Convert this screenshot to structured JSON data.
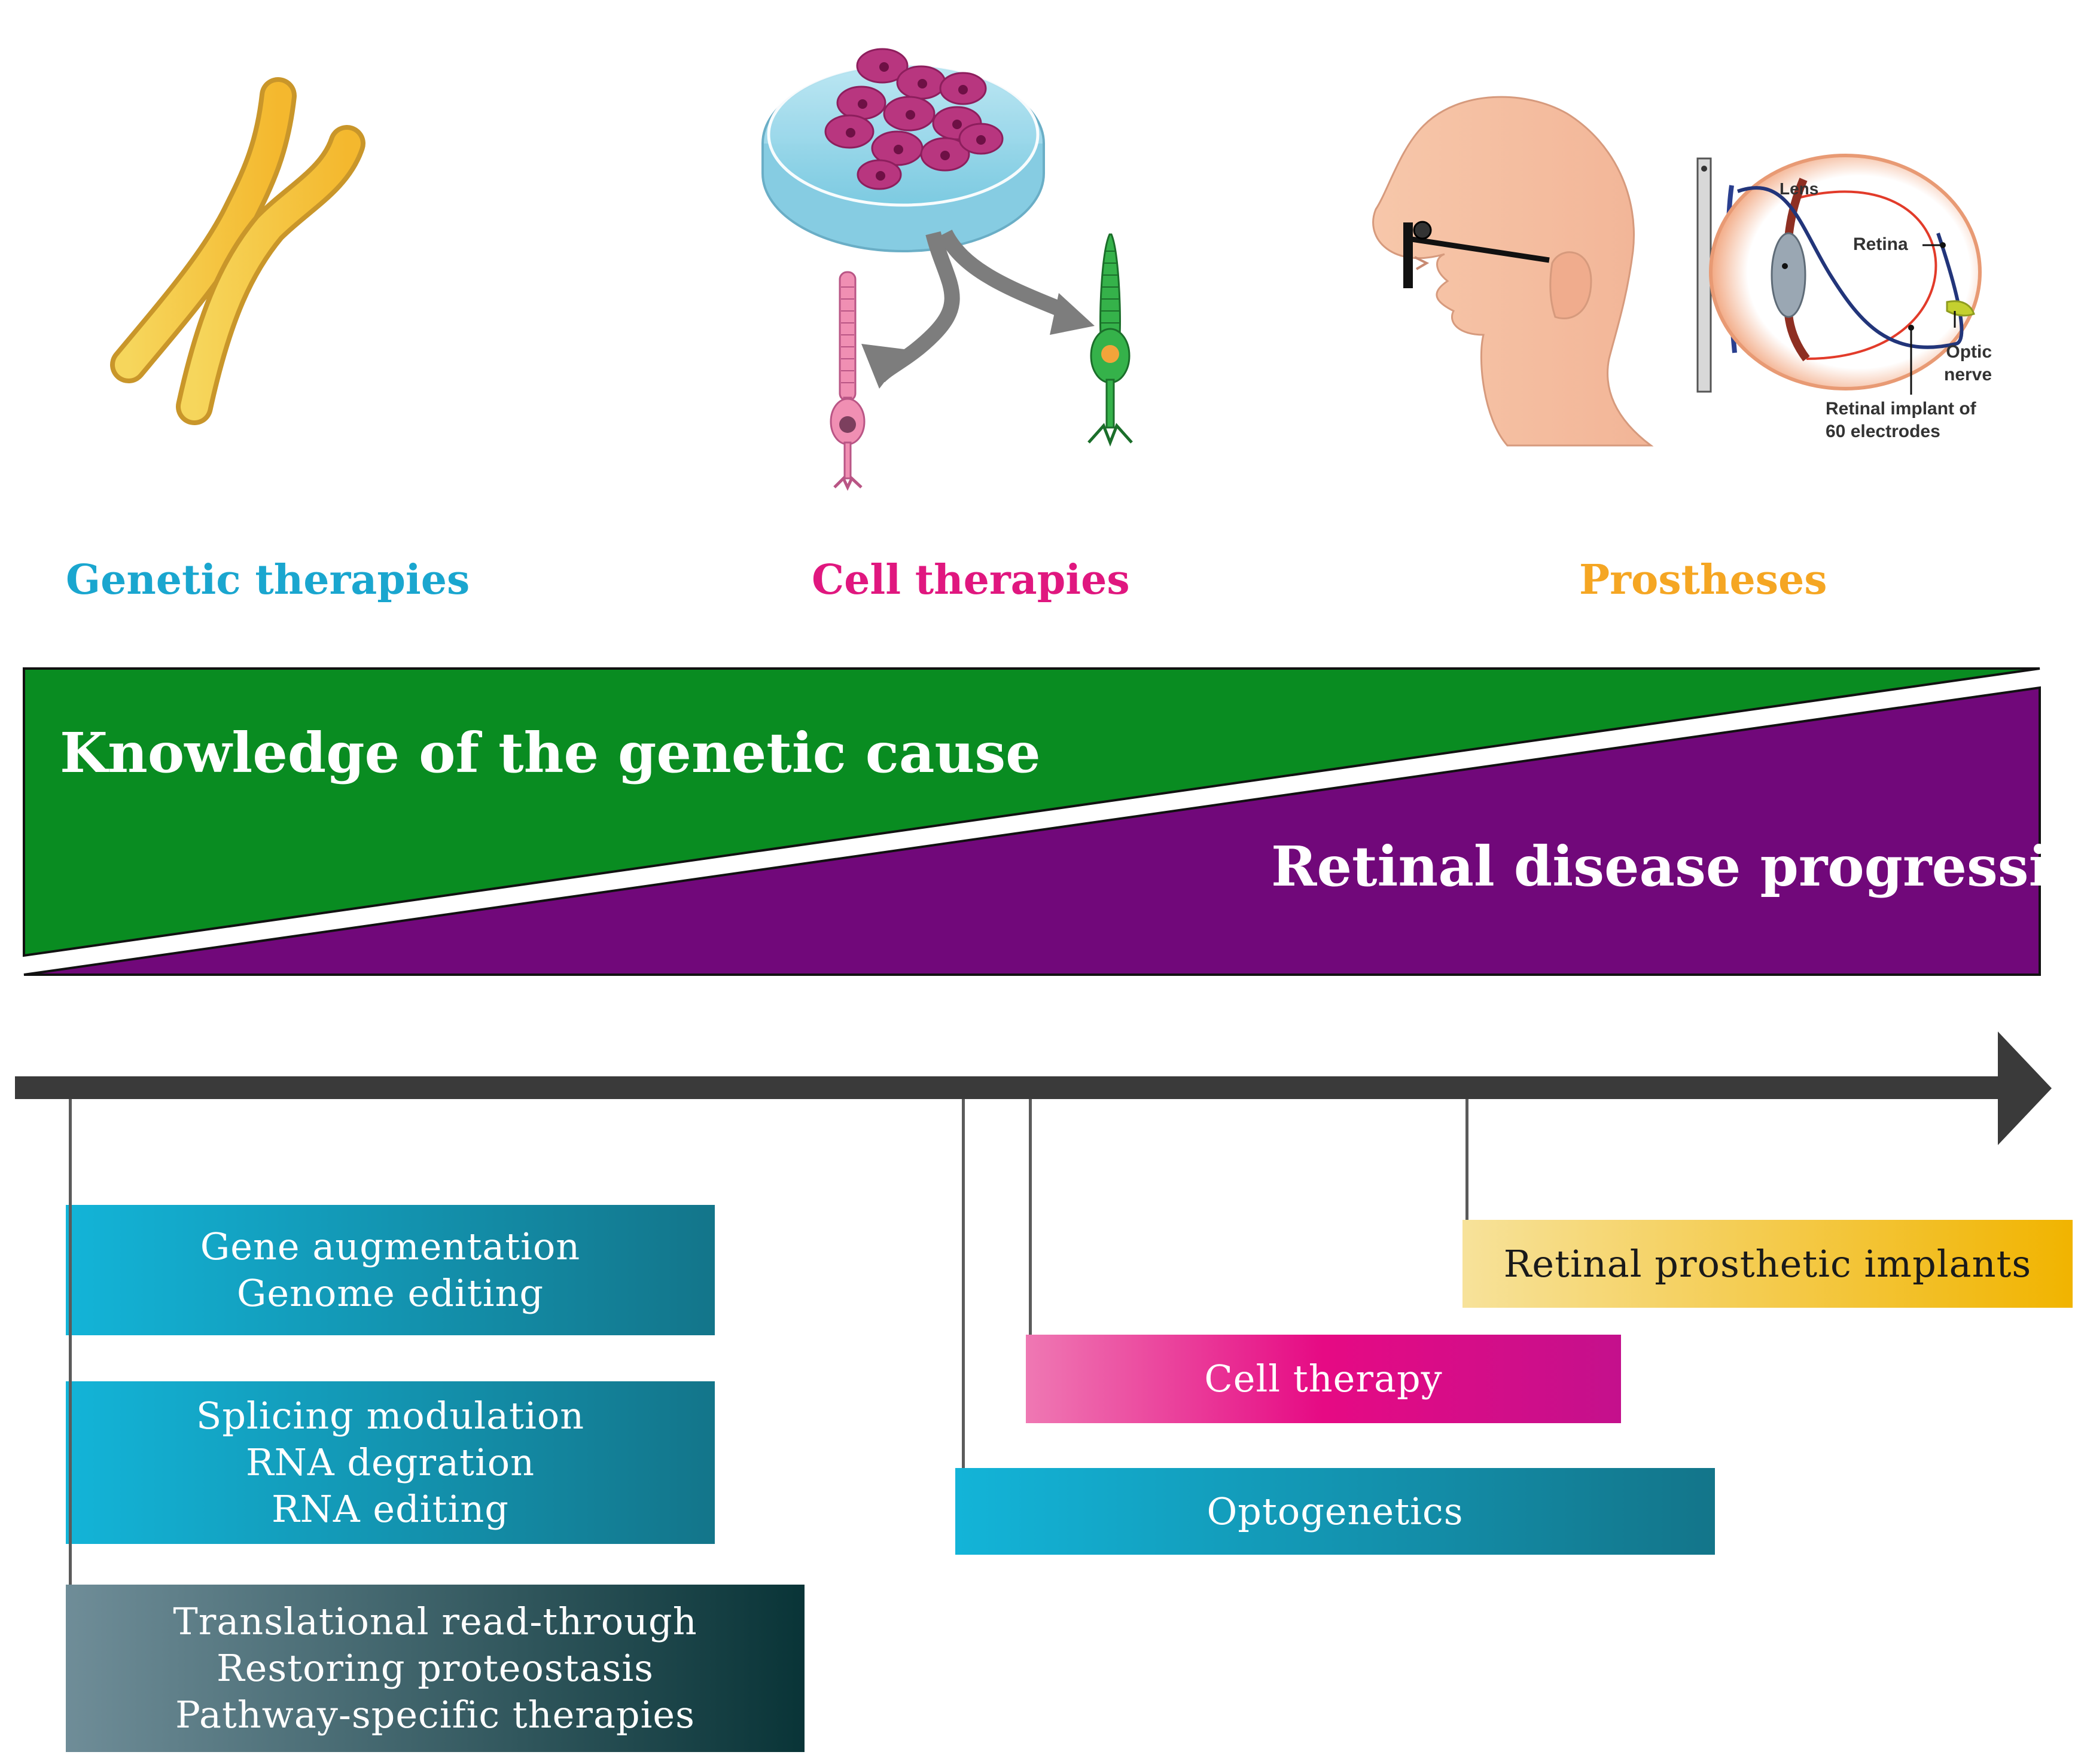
{
  "categories": {
    "genetic": "Genetic therapies",
    "cell": "Cell therapies",
    "prostheses": "Prostheses"
  },
  "bands": {
    "knowledge": "Knowledge of the genetic cause",
    "progression": "Retinal disease progression"
  },
  "eye_labels": {
    "lens": "Lens",
    "retina": "Retina",
    "optic_1": "Optic",
    "optic_2": "nerve",
    "implant_1": "Retinal implant of",
    "implant_2": "60 electrodes"
  },
  "therapies": {
    "gene": [
      "Gene augmentation",
      "Genome editing"
    ],
    "rna": [
      "Splicing modulation",
      "RNA degration",
      "RNA editing"
    ],
    "protein": [
      "Translational read-through",
      "Restoring proteostasis",
      "Pathway-specific therapies"
    ],
    "prosthetic": "Retinal prosthetic implants",
    "cell_therapy": "Cell therapy",
    "optogenetics": "Optogenetics"
  },
  "colors": {
    "genetic": "#1aa6cf",
    "cell": "#e0177f",
    "prostheses": "#f5a623",
    "knowledge_band": "#098c21",
    "progression_band": "#71087a",
    "timeline": "#3a3a3a"
  }
}
